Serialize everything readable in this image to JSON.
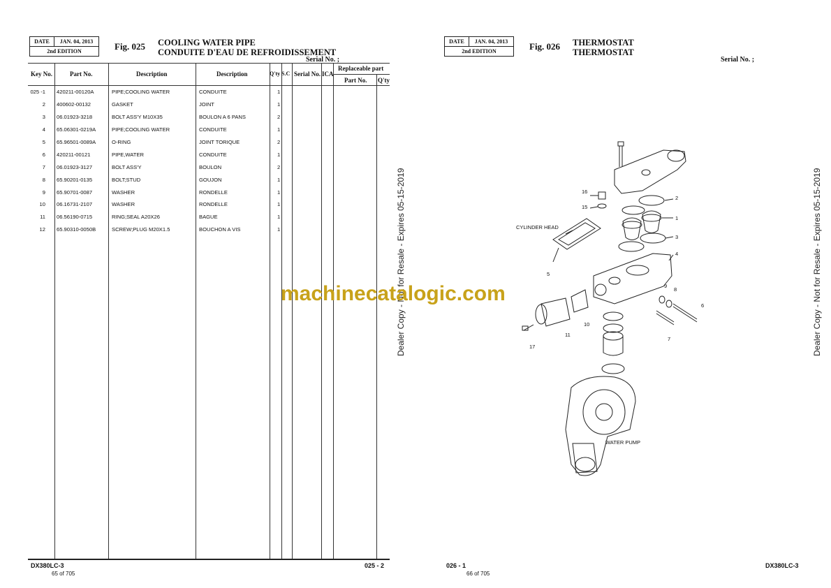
{
  "left_page": {
    "date_label": "DATE",
    "date_value": "JAN. 04, 2013",
    "edition": "2nd EDITION",
    "fig": "Fig. 025",
    "title_en": "COOLING WATER PIPE",
    "title_fr": "CONDUITE D'EAU DE REFROIDISSEMENT",
    "serial": "Serial No. ;",
    "headers": {
      "key_no": "Key No.",
      "part_no": "Part No.",
      "description_en": "Description",
      "description_fr": "Description",
      "qty": "Q'ty",
      "sc": "S.C",
      "serial_no": "Serial No.",
      "ica": "ICA",
      "replaceable": "Replaceable part",
      "rep_part_no": "Part No.",
      "rep_qty": "Q'ty"
    },
    "rows": [
      {
        "key": "025 -1",
        "part": "420211-00120A",
        "desc_en": "PIPE;COOLING WATER",
        "desc_fr": "CONDUITE",
        "qty": "1"
      },
      {
        "key": "2",
        "part": "400602-00132",
        "desc_en": "GASKET",
        "desc_fr": "JOINT",
        "qty": "1"
      },
      {
        "key": "3",
        "part": "06.01923-3218",
        "desc_en": "BOLT ASS'Y M10X35",
        "desc_fr": "BOULON A 6 PANS",
        "qty": "2"
      },
      {
        "key": "4",
        "part": "65.06301-0219A",
        "desc_en": "PIPE;COOLING WATER",
        "desc_fr": "CONDUITE",
        "qty": "1"
      },
      {
        "key": "5",
        "part": "65.96501-0089A",
        "desc_en": "O-RING",
        "desc_fr": "JOINT TORIQUE",
        "qty": "2"
      },
      {
        "key": "6",
        "part": "420211-00121",
        "desc_en": "PIPE,WATER",
        "desc_fr": "CONDUITE",
        "qty": "1"
      },
      {
        "key": "7",
        "part": "06.01923-3127",
        "desc_en": "BOLT ASS'Y",
        "desc_fr": "BOULON",
        "qty": "2"
      },
      {
        "key": "8",
        "part": "65.90201-0135",
        "desc_en": "BOLT;STUD",
        "desc_fr": "GOUJON",
        "qty": "1"
      },
      {
        "key": "9",
        "part": "65.90701-0087",
        "desc_en": "WASHER",
        "desc_fr": "RONDELLE",
        "qty": "1"
      },
      {
        "key": "10",
        "part": "06.16731-2107",
        "desc_en": "WASHER",
        "desc_fr": "RONDELLE",
        "qty": "1"
      },
      {
        "key": "11",
        "part": "06.56190-0715",
        "desc_en": "RING;SEAL A20X26",
        "desc_fr": "BAGUE",
        "qty": "1"
      },
      {
        "key": "12",
        "part": "65.90310-0050B",
        "desc_en": "SCREW;PLUG M20X1.5",
        "desc_fr": "BOUCHON A VIS",
        "qty": "1"
      }
    ],
    "footer_model": "DX380LC-3",
    "footer_page": "025 - 2",
    "footer_count": "65 of 705"
  },
  "right_page": {
    "date_label": "DATE",
    "date_value": "JAN. 04, 2013",
    "edition": "2nd EDITION",
    "fig": "Fig. 026",
    "title_en": "THERMOSTAT",
    "title_fr": "THERMOSTAT",
    "serial": "Serial No. ;",
    "diagram_labels": {
      "cylinder_head": "CYLINDER HEAD",
      "water_pump": "WATER PUMP"
    },
    "callouts": [
      "1",
      "2",
      "3",
      "4",
      "5",
      "6",
      "7",
      "8",
      "9",
      "10",
      "11",
      "15",
      "16",
      "17"
    ],
    "footer_page": "026 - 1",
    "footer_model": "DX380LC-3",
    "footer_count": "66 of 705"
  },
  "side_text": "Dealer Copy - Not for Resale - Expires 05-15-2019",
  "watermark": "machinecatalogic.com"
}
